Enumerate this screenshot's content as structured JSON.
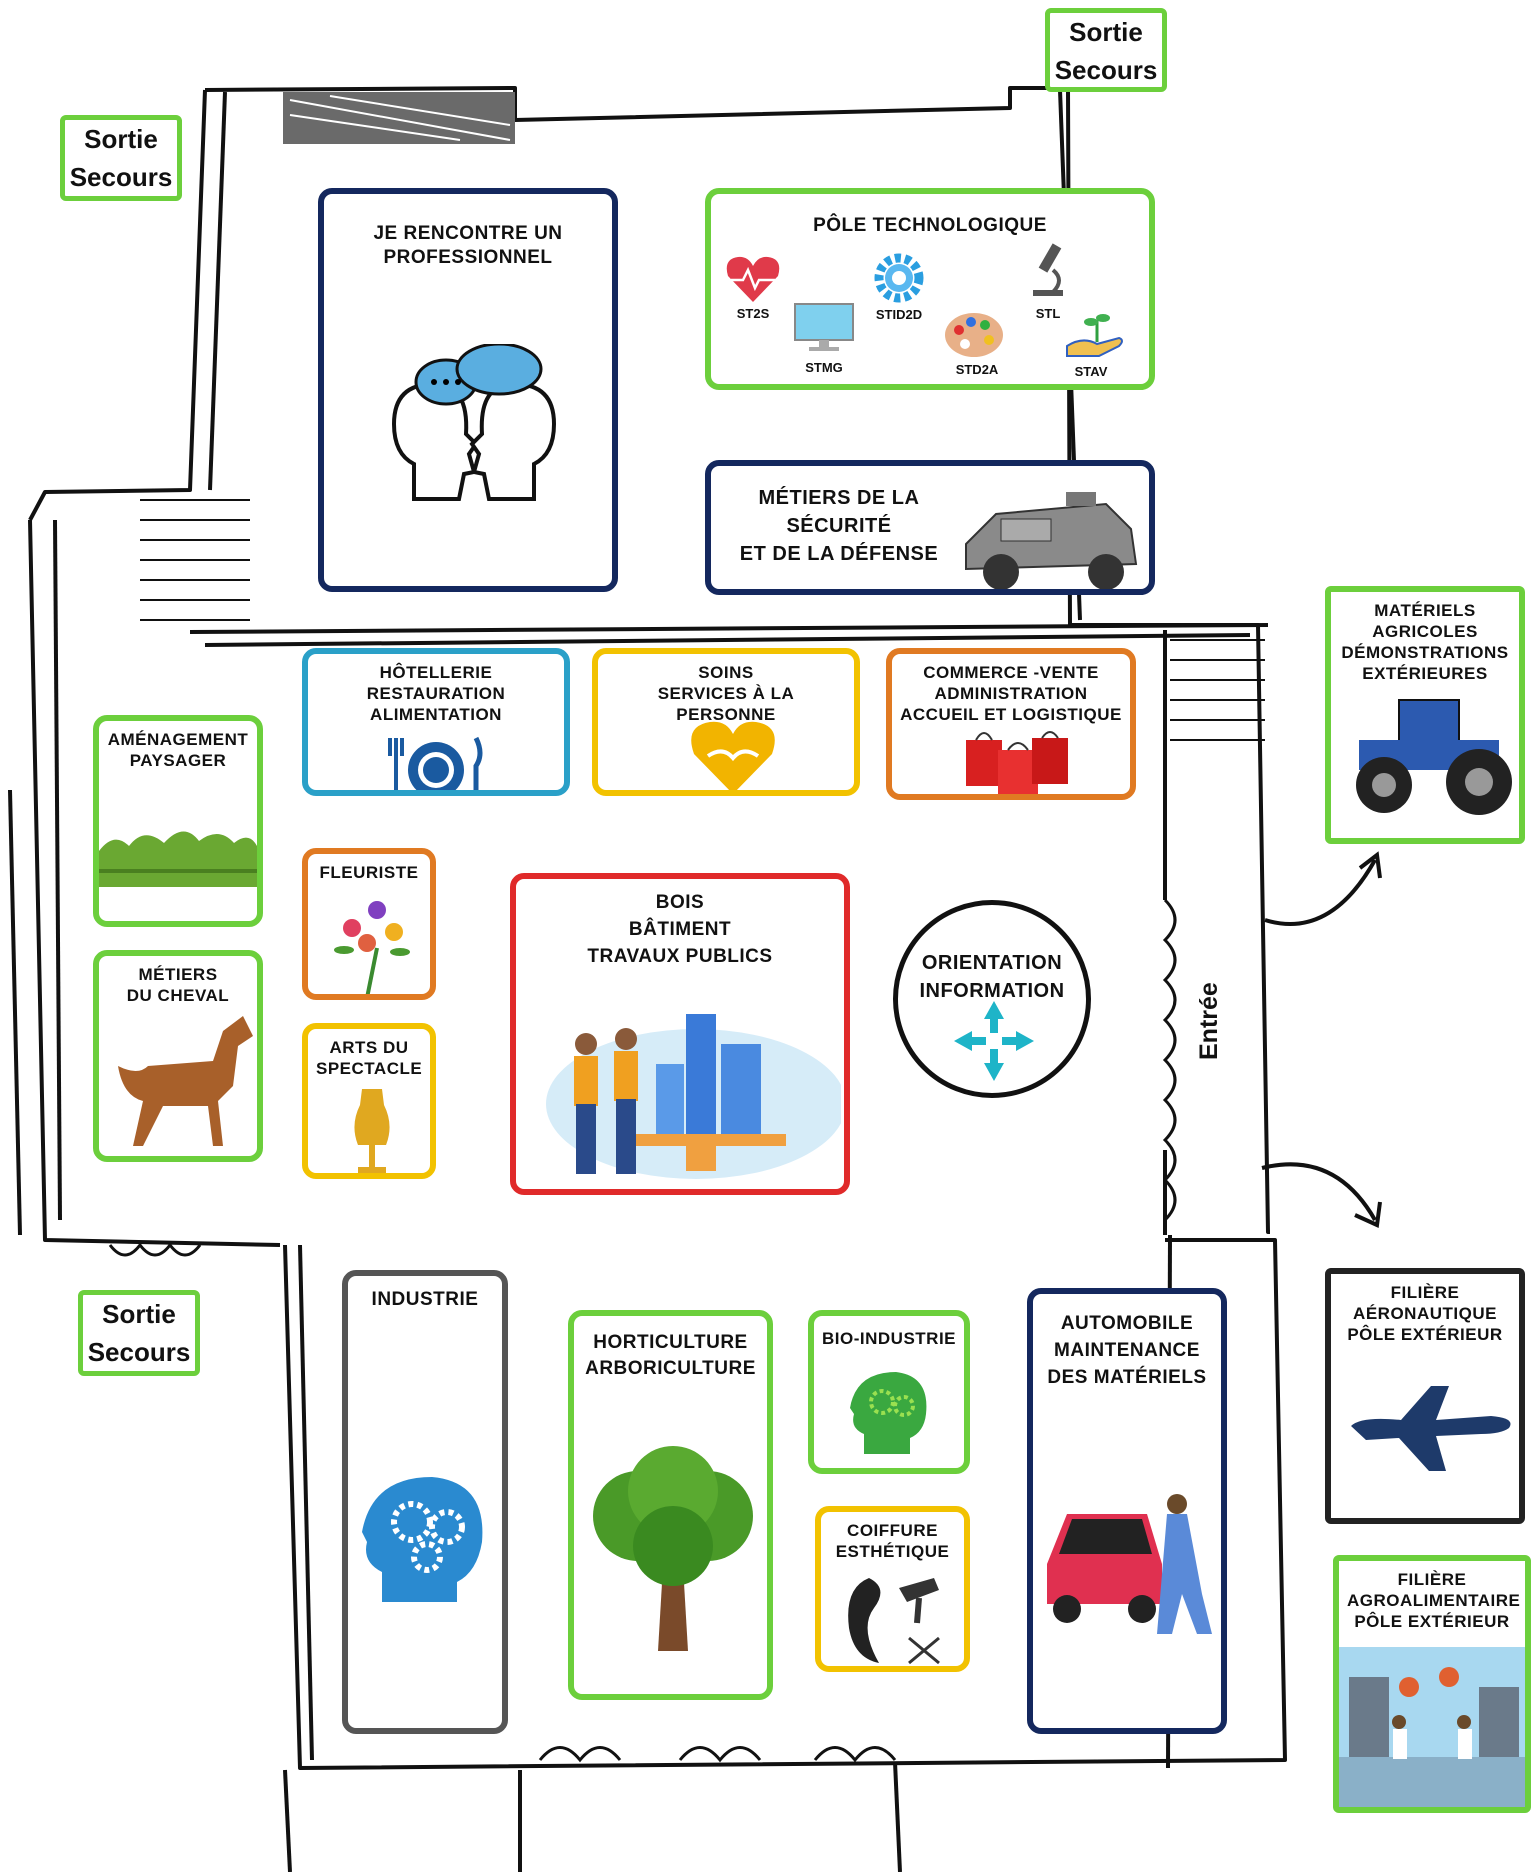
{
  "emergency_exits": [
    {
      "label": "Sortie\nSecours"
    },
    {
      "label": "Sortie\nSecours"
    },
    {
      "label": "Sortie\nSecours"
    }
  ],
  "entrance_label": "Entrée",
  "stands": {
    "professionnel": "JE RENCONTRE UN\nPROFESSIONNEL",
    "pole_techno": {
      "title": "PÔLE TECHNOLOGIQUE",
      "options": [
        "ST2S",
        "STMG",
        "STID2D",
        "STD2A",
        "STL",
        "STAV"
      ]
    },
    "securite": "MÉTIERS DE LA\nSÉCURITÉ\nET DE LA DÉFENSE",
    "materiels_agricoles": "MATÉRIELS\nAGRICOLES\nDÉMONSTRATIONS\nEXTÉRIEURES",
    "hotellerie": "HÔTELLERIE\nRESTAURATION\nALIMENTATION",
    "soins": "SOINS\nSERVICES À LA PERSONNE",
    "commerce": "COMMERCE -VENTE\nADMINISTRATION\nACCUEIL ET LOGISTIQUE",
    "amenagement": "AMÉNAGEMENT\nPAYSAGER",
    "fleuriste": "FLEURISTE",
    "bois": "BOIS\nBÂTIMENT\nTRAVAUX PUBLICS",
    "orientation": "ORIENTATION\nINFORMATION",
    "cheval": "MÉTIERS\nDU CHEVAL",
    "arts": "ARTS DU\nSPECTACLE",
    "industrie": "INDUSTRIE",
    "horticulture": "HORTICULTURE\nARBORICULTURE",
    "bio_industrie": "BIO-INDUSTRIE",
    "coiffure": "COIFFURE\nESTHÉTIQUE",
    "automobile": "AUTOMOBILE\nMAINTENANCE\nDES MATÉRIELS",
    "aeronautique": "FILIÈRE\nAÉRONAUTIQUE\nPÔLE EXTÉRIEUR",
    "agroalimentaire": "FILIÈRE\nAGROALIMENTAIRE\nPÔLE EXTÉRIEUR"
  },
  "colors": {
    "navy": "#14285e",
    "green": "#6ccf3c",
    "blue": "#2aa0c8",
    "yellow": "#f2c200",
    "orange": "#e07a22",
    "red": "#e02a2a",
    "grey": "#555555",
    "cyan": "#1eb4c8"
  },
  "icons": [
    "heart-pulse-icon",
    "monitor-icon",
    "gear-icon",
    "palette-icon",
    "microscope-icon",
    "hand-plant-icon",
    "talking-heads-icon",
    "military-vehicle-icon",
    "tractor-icon",
    "plate-cutlery-icon",
    "heart-hands-icon",
    "shopping-bags-icon",
    "hedge-icon",
    "bouquet-icon",
    "builders-icon",
    "compass-arrows-icon",
    "horse-icon",
    "mannequin-icon",
    "head-gears-icon",
    "tree-icon",
    "green-head-gears-icon",
    "hairdresser-icon",
    "car-mechanic-icon",
    "airplane-icon",
    "factory-line-icon"
  ]
}
